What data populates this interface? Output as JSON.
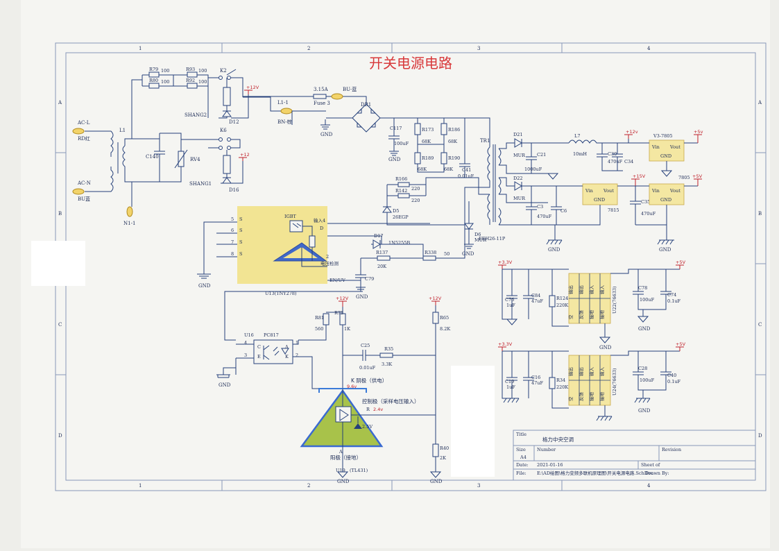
{
  "header": {
    "title": "开关电源电路",
    "zones_top": [
      "1",
      "2",
      "3",
      "4"
    ],
    "zones_side": [
      "A",
      "B",
      "C",
      "D"
    ]
  },
  "inputs": {
    "ac_l": "AC-L",
    "ac_l_color": "RD红",
    "ac_n": "AC-N",
    "ac_n_color": "BU蓝",
    "n1": "N1-1",
    "l1": "L1-1",
    "l1_color": "BN-棕",
    "bu": "BU-蓝",
    "fuse_value": "3.15A",
    "fuse_ref": "Fuse 3",
    "l1_choke": "L1"
  },
  "components": {
    "r79": "R79",
    "r80": "R80",
    "r93": "R93",
    "r92": "R92",
    "v100": "100",
    "k2": "K2",
    "k6": "K6",
    "d12": "D12",
    "d16": "D16",
    "shang2": "SHANG2",
    "shang1": "SHANG1",
    "p12v": "+12V",
    "p12": "+12",
    "c140": "C140",
    "rv4": "RV4",
    "db1": "DB1",
    "c117": "C117",
    "c117v": "100uF",
    "r173": "R173",
    "r186": "R186",
    "r189": "R189",
    "r190": "R190",
    "v68k": "68K",
    "c41": "C41",
    "c41v": "0.01uF",
    "r166": "R166",
    "r142": "R142",
    "v220": "220",
    "d5": "D5",
    "d5v": "26EGP",
    "tr1": "TR1",
    "tr1v": "EEH26-11P",
    "d21": "D21",
    "d22": "D22",
    "mur": "MUR",
    "c21": "C21",
    "c21v": "1000uF",
    "c3": "C3",
    "c3v": "470uF",
    "c6": "C6",
    "l7": "L7",
    "l7v": "10mH",
    "c30": "C30",
    "c30v": "470uF",
    "c34": "C34",
    "v3": "V3-7805",
    "vin": "Vin",
    "vout": "Vout",
    "gnd": "GND",
    "p12v2": "+12v",
    "p5v": "+5v",
    "p15v": "+15V",
    "p5V": "+5V",
    "r7815": "7815",
    "r7805": "7805",
    "c35": "C35",
    "c35v": "470uF",
    "igbt": "IGBT",
    "in4": "输入4",
    "vdet": "电压检测",
    "enuv": "EN/UV",
    "u13": "U13(TNY278)",
    "s": "S",
    "d": "D",
    "pin5": "5",
    "pin6": "6",
    "pin7": "7",
    "pin8": "8",
    "pin1": "1",
    "pin2": "2",
    "pin3": "3",
    "pin4": "4",
    "d17": "D17",
    "d17v": "1N5255B",
    "r137": "R137",
    "r137v": "20K",
    "r338": "R338",
    "v50": "50",
    "d6": "D6",
    "c79": "C79",
    "r81": "R81",
    "r81v": "560",
    "r75": "R75",
    "r75v": "1K",
    "r65": "R65",
    "r65v": "8.2K",
    "u16": "U16",
    "pc817": "PC817",
    "c": "C",
    "e": "E",
    "a": "A",
    "k": "K",
    "c25": "C25",
    "c25v": "0.01uF",
    "r35": "R35",
    "r35v": "3.3K",
    "cathode": "K 阴极（供电）",
    "cathode_v": "9.6v",
    "ref": "控制极（采样电压输入）",
    "ref_r": "R",
    "ref_v": "2.4v",
    "v25": "2.5V",
    "anode_a": "A",
    "anode": "阳极（接地）",
    "u19": "U19",
    "u19v": "(TL431)",
    "r40": "R40",
    "r40v": "2K",
    "p33v": "+3.3V",
    "c76": "C76",
    "c76v": "1uF",
    "c84": "C84",
    "c84v": "47uF",
    "r124": "R124",
    "r124v": "220K",
    "u22": "U22(76633)",
    "c78": "C78",
    "c78v": "100uF",
    "c74": "C74",
    "c74v": "0.1uF",
    "c19": "C19",
    "c19v": "1uF",
    "c16": "C16",
    "c16v": "47uF",
    "r34": "R34",
    "r34v": "220K",
    "u24": "U24(76633)",
    "c28": "C28",
    "c28v": "100uF",
    "c40": "C40",
    "c40v": "0.1uF",
    "ic_out": "输出",
    "ic_in": "输入",
    "ic_fb": "反馈",
    "ic_gnd": "接地",
    "ic_en": "空"
  },
  "title_block": {
    "title_label": "Title",
    "title": "格力中央空调",
    "size_label": "Size",
    "size": "A4",
    "number_label": "Number",
    "revision_label": "Revision",
    "date_label": "Date:",
    "date": "2021-01-16",
    "sheet_label": "Sheet    of",
    "file_label": "File:",
    "file": "E:\\AD绘图\\格力变频多联机原理图\\开关电源电路.SchDoc",
    "drawn_by": "Drawn By:"
  }
}
